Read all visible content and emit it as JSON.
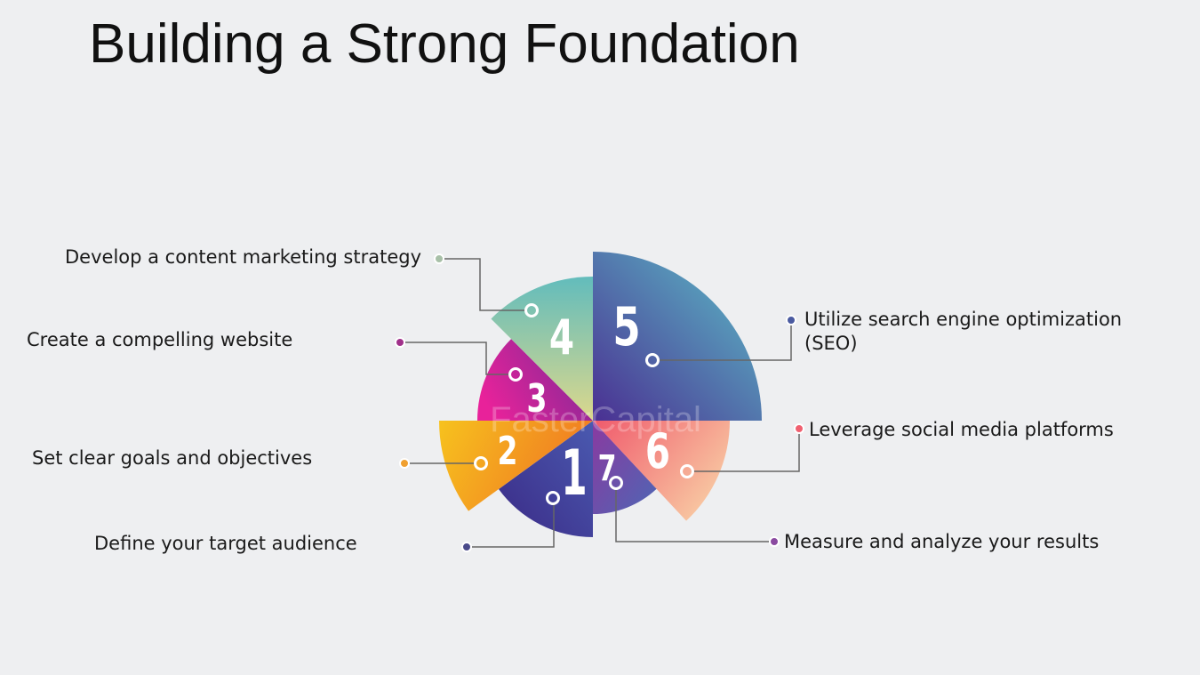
{
  "title": "Building a Strong Foundation",
  "watermark": "FasterCapital",
  "steps": [
    {
      "number": "1",
      "label": "Define your target audience",
      "color_a": "#3b2a86",
      "color_b": "#4a5ab0",
      "dot": "#4a4a8a"
    },
    {
      "number": "2",
      "label": "Set clear goals and objectives",
      "color_a": "#f7c21e",
      "color_b": "#f07a22",
      "dot": "#f0a030"
    },
    {
      "number": "3",
      "label": "Create a compelling website",
      "color_a": "#e8229a",
      "color_b": "#7e2a96",
      "dot": "#a0308a"
    },
    {
      "number": "4",
      "label": "Develop a content marketing strategy",
      "color_a": "#62bcbc",
      "color_b": "#dcd88c",
      "dot": "#a8c0a8"
    },
    {
      "number": "5",
      "label_line1": "Utilize search engine optimization",
      "label_line2": "(SEO)",
      "color_a": "#5cc0c8",
      "color_b": "#4a2f92",
      "dot": "#4a5aa0"
    },
    {
      "number": "6",
      "label": "Leverage social media platforms",
      "color_a": "#f05a6c",
      "color_b": "#f8c8a2",
      "dot": "#f06070"
    },
    {
      "number": "7",
      "label": "Measure and analyze your results",
      "color_a": "#8a3aa0",
      "color_b": "#4e66b4",
      "dot": "#8a4aa0"
    }
  ]
}
